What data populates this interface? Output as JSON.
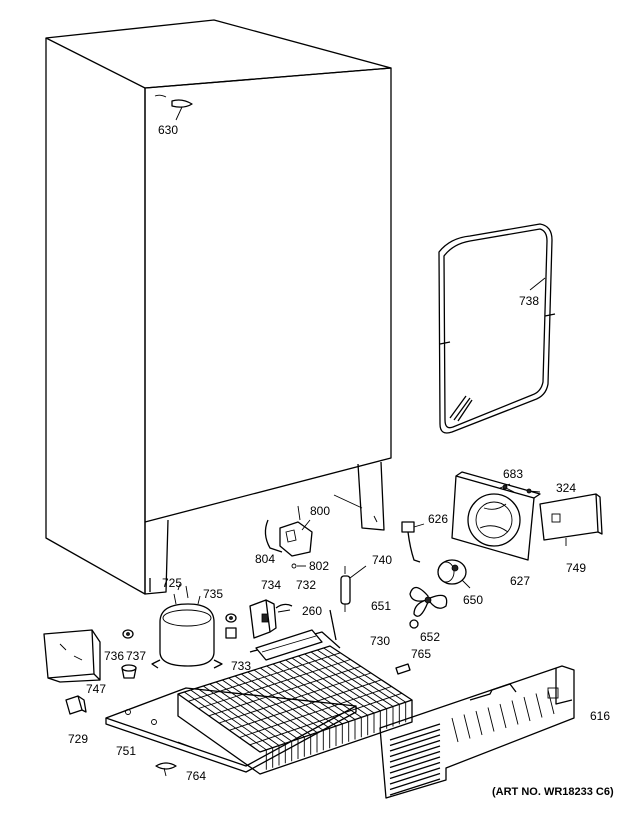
{
  "parts": [
    {
      "id": "p630",
      "label": "630"
    },
    {
      "id": "p738",
      "label": "738"
    },
    {
      "id": "p683",
      "label": "683"
    },
    {
      "id": "p324",
      "label": "324"
    },
    {
      "id": "p800",
      "label": "800"
    },
    {
      "id": "p626",
      "label": "626"
    },
    {
      "id": "p804",
      "label": "804"
    },
    {
      "id": "p802",
      "label": "802"
    },
    {
      "id": "p740",
      "label": "740"
    },
    {
      "id": "p627",
      "label": "627"
    },
    {
      "id": "p749",
      "label": "749"
    },
    {
      "id": "p725",
      "label": "725"
    },
    {
      "id": "p735",
      "label": "735"
    },
    {
      "id": "p734",
      "label": "734"
    },
    {
      "id": "p732",
      "label": "732"
    },
    {
      "id": "p650",
      "label": "650"
    },
    {
      "id": "p260",
      "label": "260"
    },
    {
      "id": "p651",
      "label": "651"
    },
    {
      "id": "p652",
      "label": "652"
    },
    {
      "id": "p730",
      "label": "730"
    },
    {
      "id": "p736",
      "label": "736"
    },
    {
      "id": "p737",
      "label": "737"
    },
    {
      "id": "p733",
      "label": "733"
    },
    {
      "id": "p765",
      "label": "765"
    },
    {
      "id": "p747",
      "label": "747"
    },
    {
      "id": "p616",
      "label": "616"
    },
    {
      "id": "p729",
      "label": "729"
    },
    {
      "id": "p751",
      "label": "751"
    },
    {
      "id": "p764",
      "label": "764"
    }
  ],
  "art_number": "(ART NO. WR18233 C6)"
}
